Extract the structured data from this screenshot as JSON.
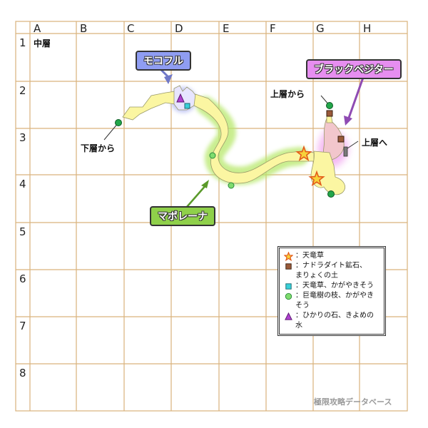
{
  "grid": {
    "columns": [
      "A",
      "B",
      "C",
      "D",
      "E",
      "F",
      "G",
      "H"
    ],
    "rows": [
      "1",
      "2",
      "3",
      "4",
      "5",
      "6",
      "7",
      "8"
    ]
  },
  "floor_label": "中層",
  "zones": {
    "mokofuru": "モコフル",
    "black_vesitar": "ブラックベジター",
    "mapolena": "マポレーナ"
  },
  "exits": {
    "lower_from": "下層から",
    "upper_from": "上層から",
    "upper_to": "上層へ"
  },
  "legend": [
    {
      "icon": "star-icon",
      "label": "：天竜草"
    },
    {
      "icon": "brown-square-icon",
      "label": "：ナドラダイト鉱石、\nまりょくの土"
    },
    {
      "icon": "cyan-square-icon",
      "label": "：天竜草、かがやきそう"
    },
    {
      "icon": "green-circle-icon",
      "label": "：巨竜樹の枝、かがやきそう"
    },
    {
      "icon": "purple-triangle-icon",
      "label": "：ひかりの石、きよめの水"
    }
  ],
  "watermark": "極限攻略データベース",
  "colors": {
    "grid_line": "#d9b27c",
    "path_fill": "#fbf6a2",
    "green_glow": "#b7e86a",
    "pink_glow": "#f2a8f0",
    "blue_glow": "#b9bff2",
    "mokofuru_tag": "#8f9df2",
    "black_vesitar_tag": "#e68ef0",
    "mapolena_tag": "#8fd04a"
  }
}
